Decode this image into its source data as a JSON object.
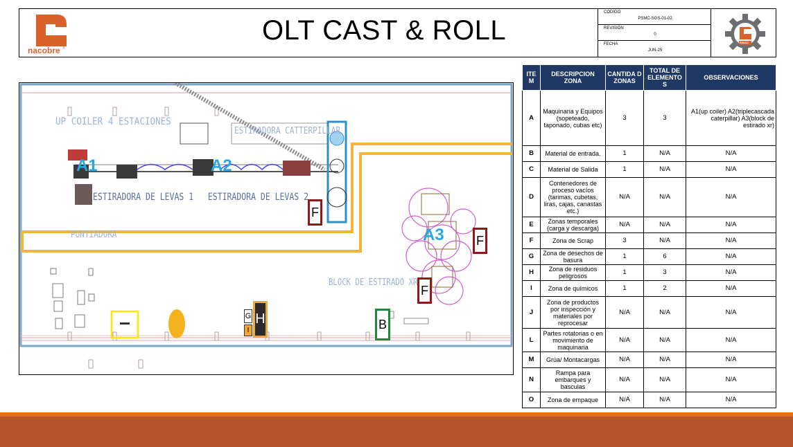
{
  "header": {
    "brand": "nacobre",
    "brand_mark": "®",
    "title": "OLT CAST & ROLL",
    "meta": [
      {
        "label": "CODIGO",
        "value": "PSMC-SGS-01-02"
      },
      {
        "label": "REVISIÓN",
        "value": "0"
      },
      {
        "label": "FECHA",
        "value": "JUN-25"
      }
    ],
    "seal_text": "SIMAC"
  },
  "plan": {
    "labels": {
      "up_coiler": "UP COILER 4 ESTACIONES",
      "caterpillar": "ESTIRADORA CATTERPILLAR",
      "estiradora": "ESTIRADORA DE LEVAS 1   ESTIRADORA DE LEVAS 2",
      "puntiadora": "PUNTIADORA",
      "block": "BLOCK DE ESTIRADO XR"
    },
    "zone_tags": {
      "a1": "A1",
      "a2": "A2",
      "a3": "A3"
    },
    "markers": {
      "f1": "F",
      "f2": "F",
      "f3": "F",
      "g": "G",
      "h": "H",
      "i": "I",
      "b": "B"
    }
  },
  "table": {
    "headers": [
      "ITE M",
      "DESCRIPCION ZONA",
      "CANTIDA D ZONAS",
      "TOTAL DE ELEMENTO S",
      "OBSERVACIONES"
    ],
    "rows": [
      {
        "item": "A",
        "desc": "Maquinaria y Equipos (sopeteado, taponado, cubas etc)",
        "cantidad": "3",
        "total": "3",
        "obs": "A1(up coiler) A2(triplecascada caterpillar) A3(block de estirado xr)"
      },
      {
        "item": "B",
        "desc": "Material de entrada.",
        "cantidad": "1",
        "total": "N/A",
        "obs": "N/A"
      },
      {
        "item": "C",
        "desc": "Material de Salida",
        "cantidad": "1",
        "total": "N/A",
        "obs": "N/A"
      },
      {
        "item": "D",
        "desc": "Contenedores de proceso vacíos (tarimas, cubetas, liras, cajas, canastas etc.)",
        "cantidad": "N/A",
        "total": "N/A",
        "obs": "N/A"
      },
      {
        "item": "E",
        "desc": "Zonas temporales (carga y descarga)",
        "cantidad": "N/A",
        "total": "N/A",
        "obs": "N/A"
      },
      {
        "item": "F",
        "desc": "Zona de Scrap",
        "cantidad": "3",
        "total": "N/A",
        "obs": "N/A"
      },
      {
        "item": "G",
        "desc": "Zona de desechos de basura",
        "cantidad": "1",
        "total": "6",
        "obs": "N/A"
      },
      {
        "item": "H",
        "desc": "Zona de residuos peligrosos",
        "cantidad": "1",
        "total": "3",
        "obs": "N/A"
      },
      {
        "item": "I",
        "desc": "Zona de químicos",
        "cantidad": "1",
        "total": "2",
        "obs": "N/A"
      },
      {
        "item": "J",
        "desc": "Zona de productos por inspección y materiales por reprocesar",
        "cantidad": "N/A",
        "total": "N/A",
        "obs": "N/A"
      },
      {
        "item": "L",
        "desc": "Partes rotatorias o en movimiento de maquinaria",
        "cantidad": "N/A",
        "total": "N/A",
        "obs": "N/A"
      },
      {
        "item": "M",
        "desc": "Grúa/ Montacargas",
        "cantidad": "N/A",
        "total": "N/A",
        "obs": "N/A"
      },
      {
        "item": "N",
        "desc": "Rampa para embarques y basculas",
        "cantidad": "N/A",
        "total": "N/A",
        "obs": "N/A"
      },
      {
        "item": "O",
        "desc": "Zona de empaque",
        "cantidad": "N/A",
        "total": "N/A",
        "obs": "N/A"
      }
    ]
  },
  "colors": {
    "nacobre_orange": "#d9622b",
    "table_header": "#1f3864",
    "zone_tag": "#2aa7e0",
    "scrap_marker": "#8b1a1a",
    "corridor": "#f4b43a",
    "footer_thin": "#e4701c",
    "footer_thick": "#b6552b"
  }
}
